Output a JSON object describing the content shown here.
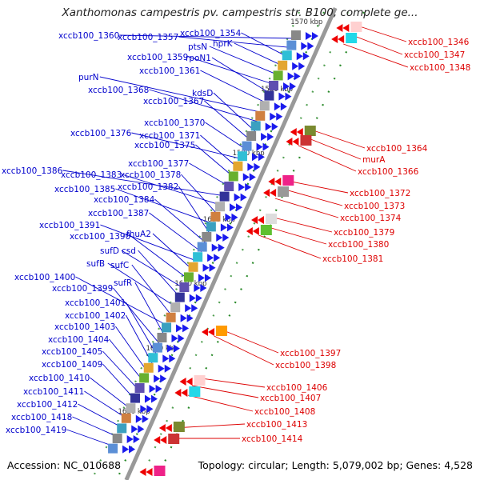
{
  "header": {
    "title": "Xanthomonas campestris pv. campestris str. B100, complete ge..."
  },
  "footer": {
    "accession": "Accession: NC_010688",
    "topology": "Topology: circular; Length: 5,079,002 bp; Genes: 4,528"
  },
  "colors": {
    "left_label": "#0000cc",
    "right_label": "#dd0000",
    "backbone": "#999999",
    "tick": "#2a8a2a"
  },
  "ticks": [
    "1570 kbp",
    "1580 kbp",
    "1590 kbp",
    "1600 kbp",
    "1610 kbp",
    "1620 kbp",
    "1630 kbp"
  ],
  "left_labels": [
    "xccb100_1360",
    "xccb100_1357",
    "xccb100_1354",
    "hprK",
    "ptsN",
    "xccb100_1359",
    "rpoN1",
    "xccb100_1361",
    "purN",
    "xccb100_1368",
    "kdsD",
    "xccb100_1367",
    "xccb100_1370",
    "xccb100_1376",
    "xccb100_1371",
    "xccb100_1375",
    "xccb100_1377",
    "xccb100_1386",
    "xccb100_1383",
    "xccb100_1378",
    "xccb100_1385",
    "xccb100_1382",
    "xccb100_1384",
    "xccb100_1387",
    "xccb100_1391",
    "fhuA2",
    "xccb100_1390",
    "sufD",
    "csd",
    "sufB",
    "sufC",
    "xccb100_1400",
    "sufR",
    "xccb100_1399",
    "xccb100_1401",
    "xccb100_1402",
    "xccb100_1403",
    "xccb100_1404",
    "xccb100_1405",
    "xccb100_1409",
    "xccb100_1410",
    "xccb100_1411",
    "xccb100_1412",
    "xccb100_1418",
    "xccb100_1419"
  ],
  "right_labels": [
    "xccb100_1346",
    "xccb100_1347",
    "xccb100_1348",
    "xccb100_1364",
    "murA",
    "xccb100_1366",
    "xccb100_1372",
    "xccb100_1373",
    "xccb100_1374",
    "xccb100_1379",
    "xccb100_1380",
    "xccb100_1381",
    "xccb100_1397",
    "xccb100_1398",
    "xccb100_1406",
    "xccb100_1407",
    "xccb100_1408",
    "xccb100_1413",
    "xccb100_1414"
  ]
}
